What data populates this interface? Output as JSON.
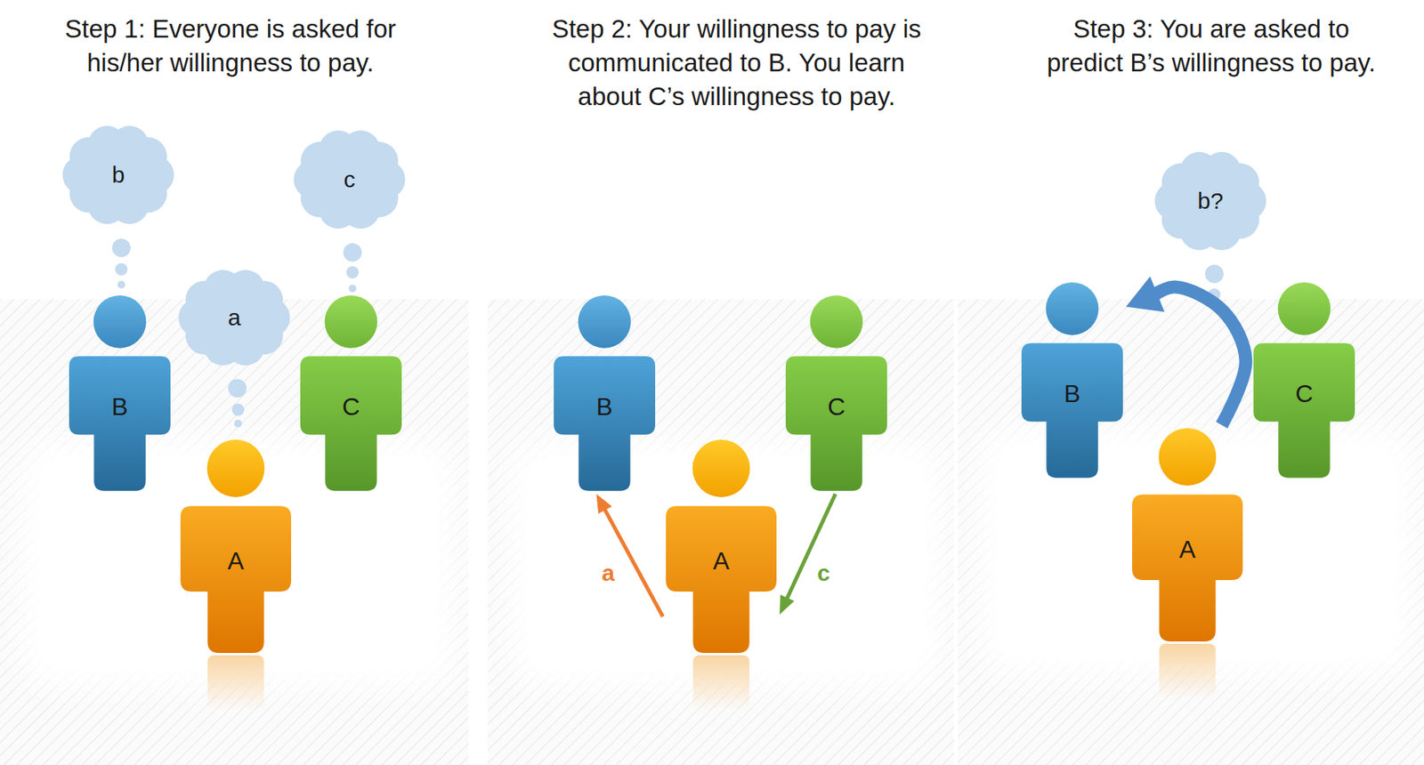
{
  "diagram": {
    "nodes": [
      {
        "text": [
          "b"
        ]
      },
      {
        "text": [
          "c"
        ]
      },
      {
        "text": [
          "B"
        ]
      },
      {
        "text": [
          "a"
        ]
      },
      {
        "text": [
          "C"
        ]
      },
      {
        "text": [
          "A"
        ]
      },
      {
        "text": [
          "B"
        ]
      },
      {
        "text": [
          "C"
        ]
      },
      {
        "text": [
          "A"
        ]
      },
      {
        "text": [
          "b?"
        ]
      },
      {
        "text": [
          "B"
        ]
      },
      {
        "text": [
          "C"
        ]
      },
      {
        "text": [
          "A"
        ]
      }
    ],
    "edges": [
      {
        "from": 8,
        "to": 6,
        "arrow": "to",
        "label": "a"
      },
      {
        "from": 7,
        "to": 8,
        "arrow": "to",
        "label": "c"
      },
      {
        "from": 12,
        "to": 10,
        "arrow": "to"
      }
    ],
    "labels": [
      "Step 1: Everyone is asked for his/her willingness to pay.",
      "Step 2: Your willingness to pay is communicated to B. You learn about C’s willingness to pay.",
      "Step 3: You are asked to predict B’s willingness to pay."
    ]
  }
}
